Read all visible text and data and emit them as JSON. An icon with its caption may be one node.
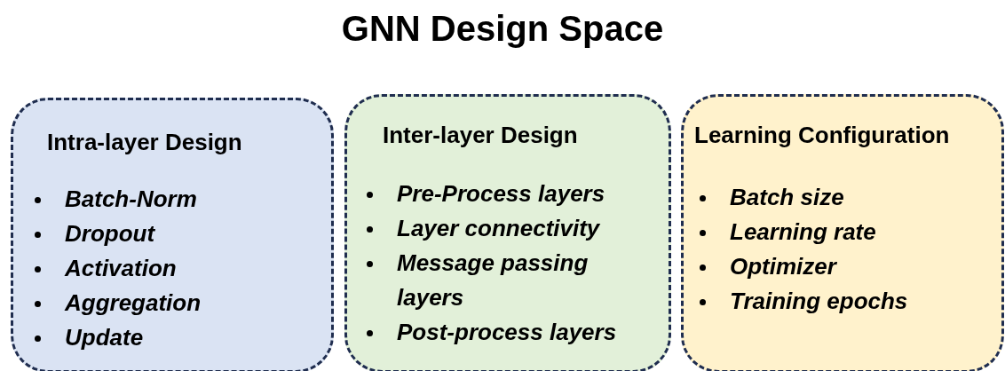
{
  "diagram": {
    "title": "GNN Design Space",
    "nodes": [
      {
        "text": [
          "Intra-layer Design",
          "Batch-Norm",
          "Dropout",
          "Activation",
          "Aggregation",
          "Update"
        ]
      },
      {
        "text": [
          "Inter-layer Design",
          "Pre-Process layers",
          "Layer connectivity",
          "Message passing layers",
          "Post-process layers"
        ]
      },
      {
        "text": [
          "Learning Configuration",
          "Batch size",
          "Learning rate",
          "Optimizer",
          "Training epochs"
        ]
      }
    ]
  }
}
